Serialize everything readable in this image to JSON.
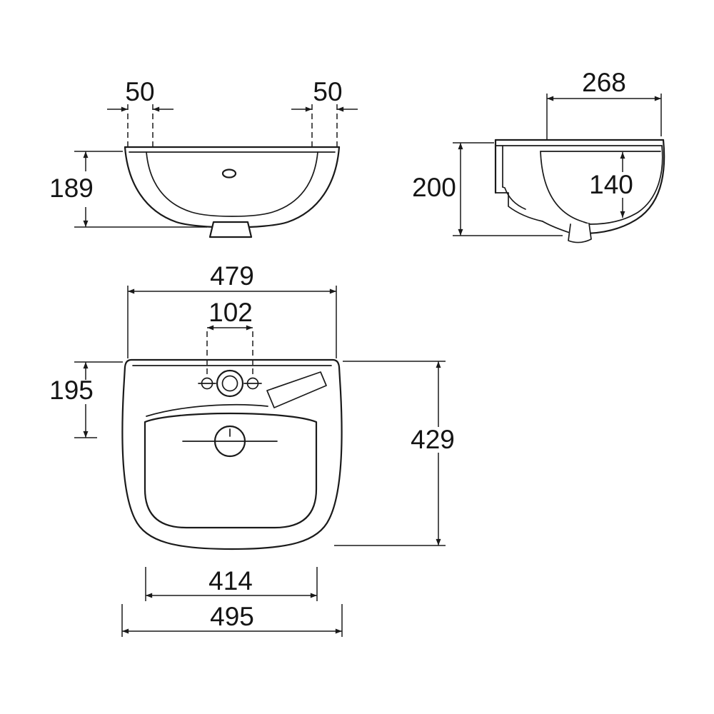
{
  "drawing": {
    "kind": "wash-basin technical dimension drawing, three orthographic views",
    "units_shown": "mm (numbers only)"
  },
  "dimensions": {
    "front": {
      "tap_left": "50",
      "tap_right": "50",
      "height": "189"
    },
    "side": {
      "depth": "268",
      "height": "200",
      "bowl_depth": "140"
    },
    "plan": {
      "top_width": "479",
      "tap_centres": "102",
      "drain_offset": "195",
      "depth": "429",
      "bowl_width": "414",
      "overall_width": "495"
    }
  },
  "colors": {
    "line": "#1a1a1a",
    "background": "#ffffff"
  }
}
